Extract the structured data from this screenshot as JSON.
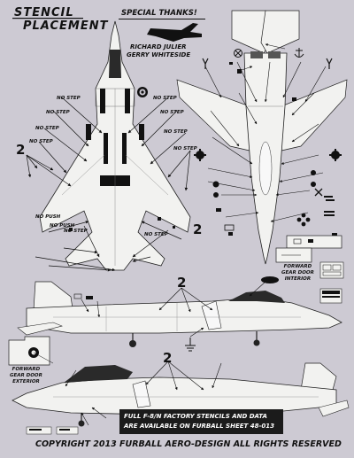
{
  "header": {
    "title_line1": "STENCIL",
    "title_line2": "PLACEMENT",
    "thanks": "SPECIAL THANKS!",
    "thanks_name1": "RICHARD JULIER",
    "thanks_name2": "GERRY WHITESIDE"
  },
  "labels": {
    "no_step": "NO STEP",
    "no_push": "NO PUSH",
    "count_two": "2"
  },
  "doors": {
    "interior_line1": "FORWARD",
    "interior_line2": "GEAR DOOR",
    "interior_line3": "INTERIOR",
    "exterior_line1": "FORWARD",
    "exterior_line2": "GEAR DOOR",
    "exterior_line3": "EXTERIOR"
  },
  "note": {
    "line1": "FULL F-8/N FACTORY STENCILS AND DATA",
    "line2": "ARE AVAILABLE ON FURBALL SHEET 48-013"
  },
  "footer": {
    "copyright": "COPYRIGHT 2013 FURBALL AERO-DESIGN ALL RIGHTS RESERVED"
  },
  "colors": {
    "paper": "#cdcad3",
    "aircraft": "#f2f2f0",
    "ink": "#111111"
  }
}
